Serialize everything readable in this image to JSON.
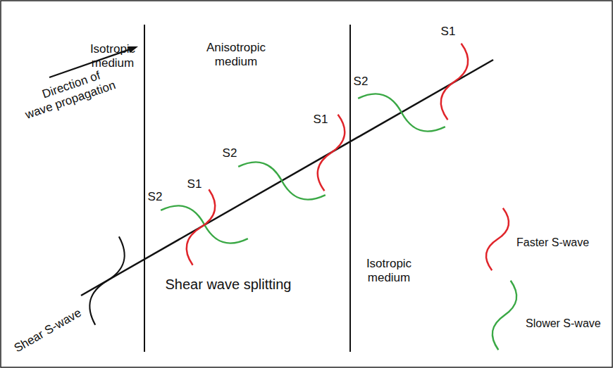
{
  "diagram": {
    "labels": [
      "Direction of wave propagation",
      "Isotropic medium",
      "Anisotropic medium",
      "S1",
      "S2",
      "Shear wave splitting",
      "S2",
      "S1",
      "S2",
      "S1",
      "Isotropic medium",
      "Shear S-wave"
    ],
    "legend": [
      {
        "text": "Faster S-wave"
      },
      {
        "text": "Slower S-wave"
      }
    ]
  }
}
